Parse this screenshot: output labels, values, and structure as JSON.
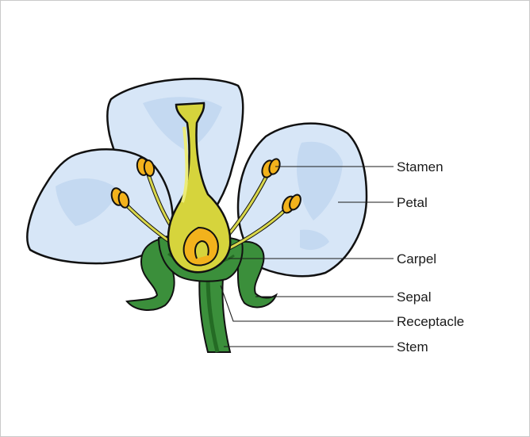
{
  "diagram": {
    "labels": {
      "stamen": "Stamen",
      "petal": "Petal",
      "carpel": "Carpel",
      "sepal": "Sepal",
      "receptacle": "Receptacle",
      "stem": "Stem"
    },
    "colors": {
      "petal_fill": "#d7e6f7",
      "petal_shade": "#bcd3ee",
      "outline": "#111111",
      "carpel_fill": "#d6d43c",
      "carpel_light": "#ecec7a",
      "anther_fill": "#f2b21c",
      "filament": "#d9d74a",
      "sepal_fill": "#3b8f3b",
      "sepal_dark": "#246b24"
    }
  }
}
